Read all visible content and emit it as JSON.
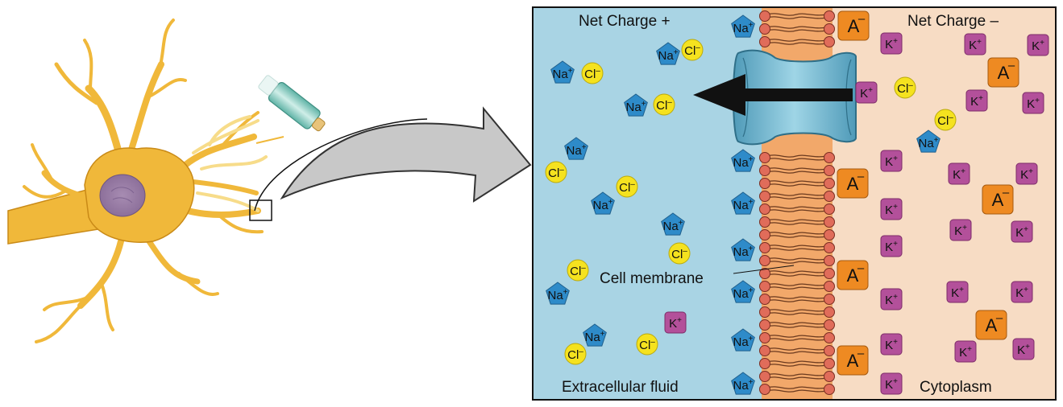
{
  "labels": {
    "net_charge_positive": "Net Charge +",
    "net_charge_negative": "Net Charge –",
    "cell_membrane": "Cell membrane",
    "extracellular_fluid": "Extracellular fluid",
    "cytoplasm": "Cytoplasm"
  },
  "ions": {
    "sodium": "Na",
    "chloride": "Cl",
    "potassium": "K",
    "anion": "A",
    "plus": "+",
    "minus": "–"
  },
  "colors": {
    "extracellular": "#a9d4e4",
    "cytoplasm": "#f7dcc4",
    "neuron": "#f0b83a",
    "nucleus": "#9b7fa8",
    "sodium": "#2e8bc9",
    "chloride": "#f5e21f",
    "potassium": "#b3509a",
    "anion": "#ee8a22",
    "channel": "#6fb7cf",
    "phospholipid_head": "#e06c5a"
  }
}
